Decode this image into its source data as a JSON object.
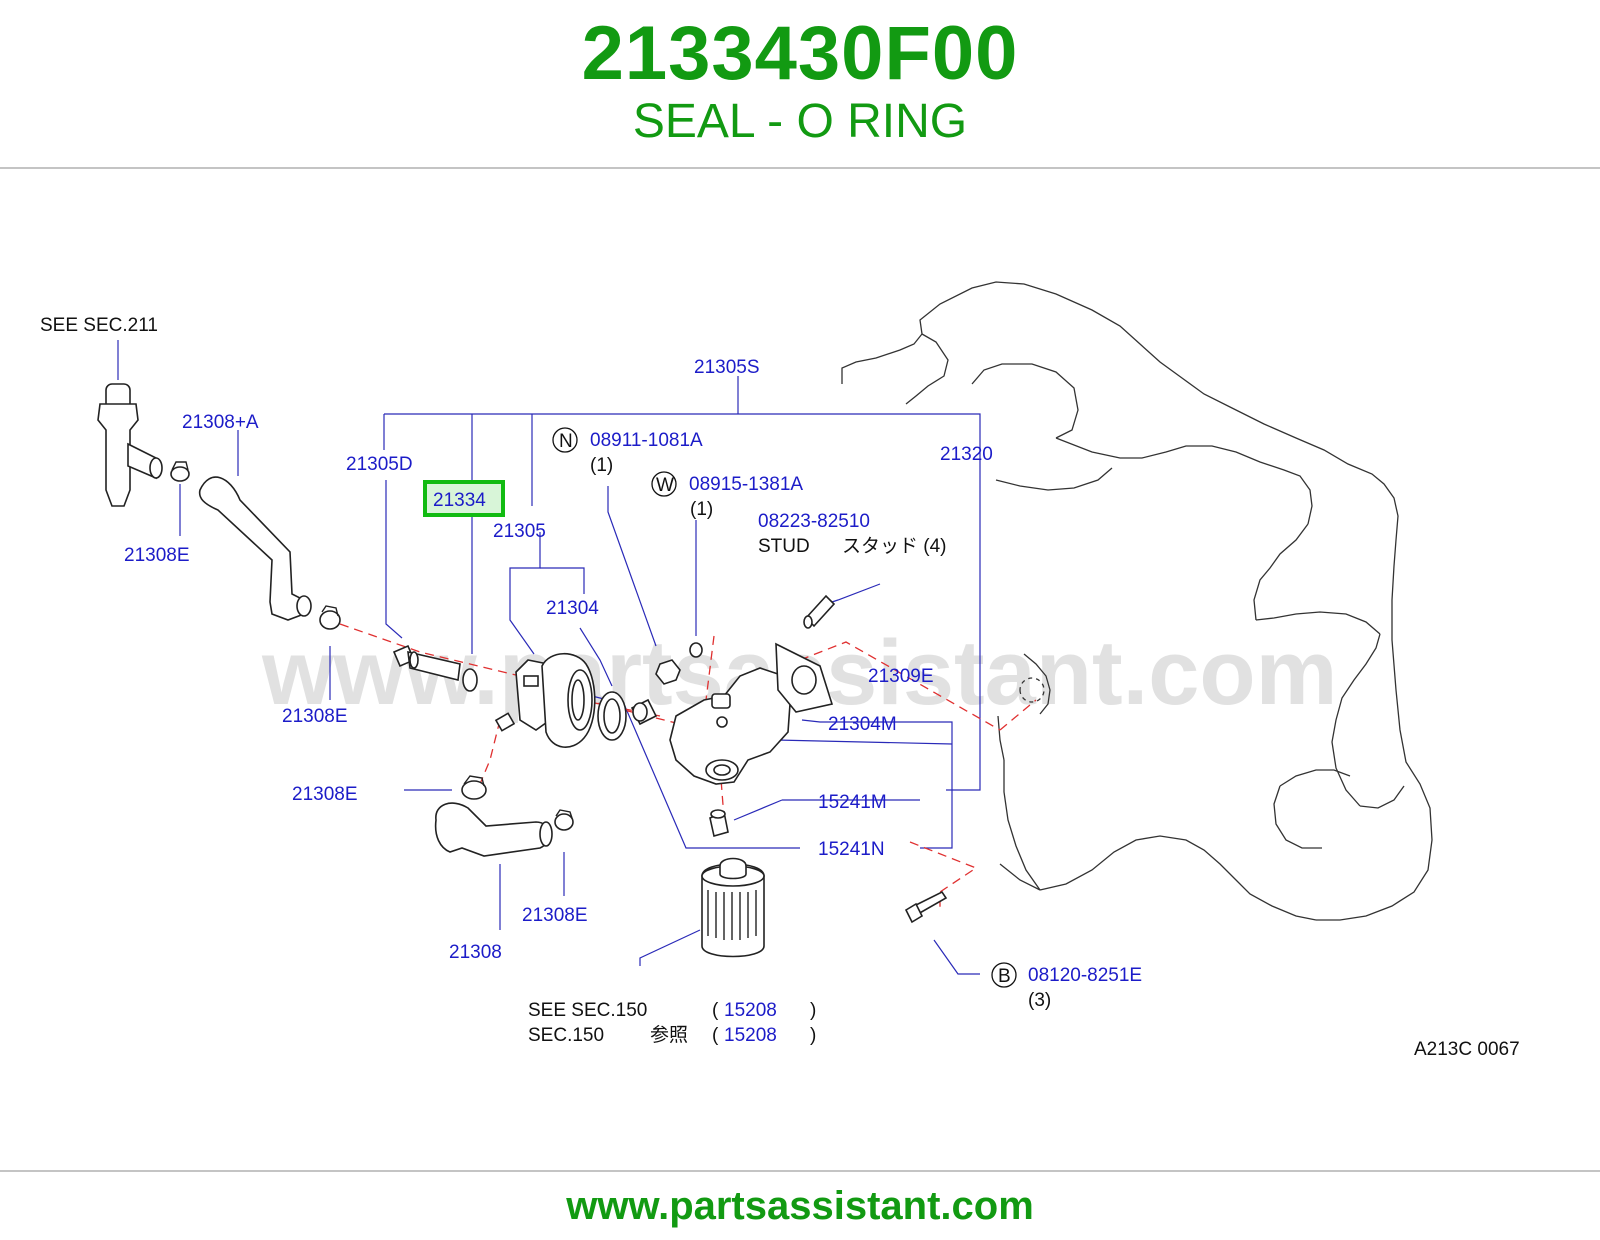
{
  "header": {
    "part_number": "2133430F00",
    "part_name": "SEAL - O RING"
  },
  "footer": {
    "url": "www.partsassistant.com"
  },
  "diagram": {
    "watermark": "www.partsassistant.com",
    "code": "A213C  0067",
    "highlight_color": "#11bb11",
    "label_color": "#1c1cc8",
    "title_color": "#129a12",
    "labels": {
      "see_sec211": "SEE   SEC.211",
      "p21305S": "21305S",
      "p21308A": "21308+A",
      "p21308E_1": "21308E",
      "p21305D": "21305D",
      "p21334": "21334",
      "p21305": "21305",
      "p21304": "21304",
      "p21308E_2": "21308E",
      "p21308E_3": "21308E",
      "p21308": "21308",
      "p21308E_4": "21308E",
      "circle_n": "N",
      "p08911": "08911-1081A",
      "qty_n": "(1)",
      "circle_w": "W",
      "p08915": "08915-1381A",
      "qty_w": "(1)",
      "p08223": "08223-82510",
      "stud": "STUD",
      "stud_jp": "スタッド (4)",
      "p21320": "21320",
      "p21309E": "21309E",
      "p21304M": "21304M",
      "p15241M": "15241M",
      "p15241N": "15241N",
      "circle_b": "B",
      "p08120": "08120-8251E",
      "qty_b": "(3)",
      "see_sec150": "SEE   SEC.150",
      "sec150_jp_a": "SEC.150",
      "sec150_jp_b": "参照",
      "paren_open_1": "(",
      "p15208_1": "15208",
      "paren_close_1": ")",
      "paren_open_2": "(",
      "p15208_2": "15208",
      "paren_close_2": ")"
    }
  }
}
